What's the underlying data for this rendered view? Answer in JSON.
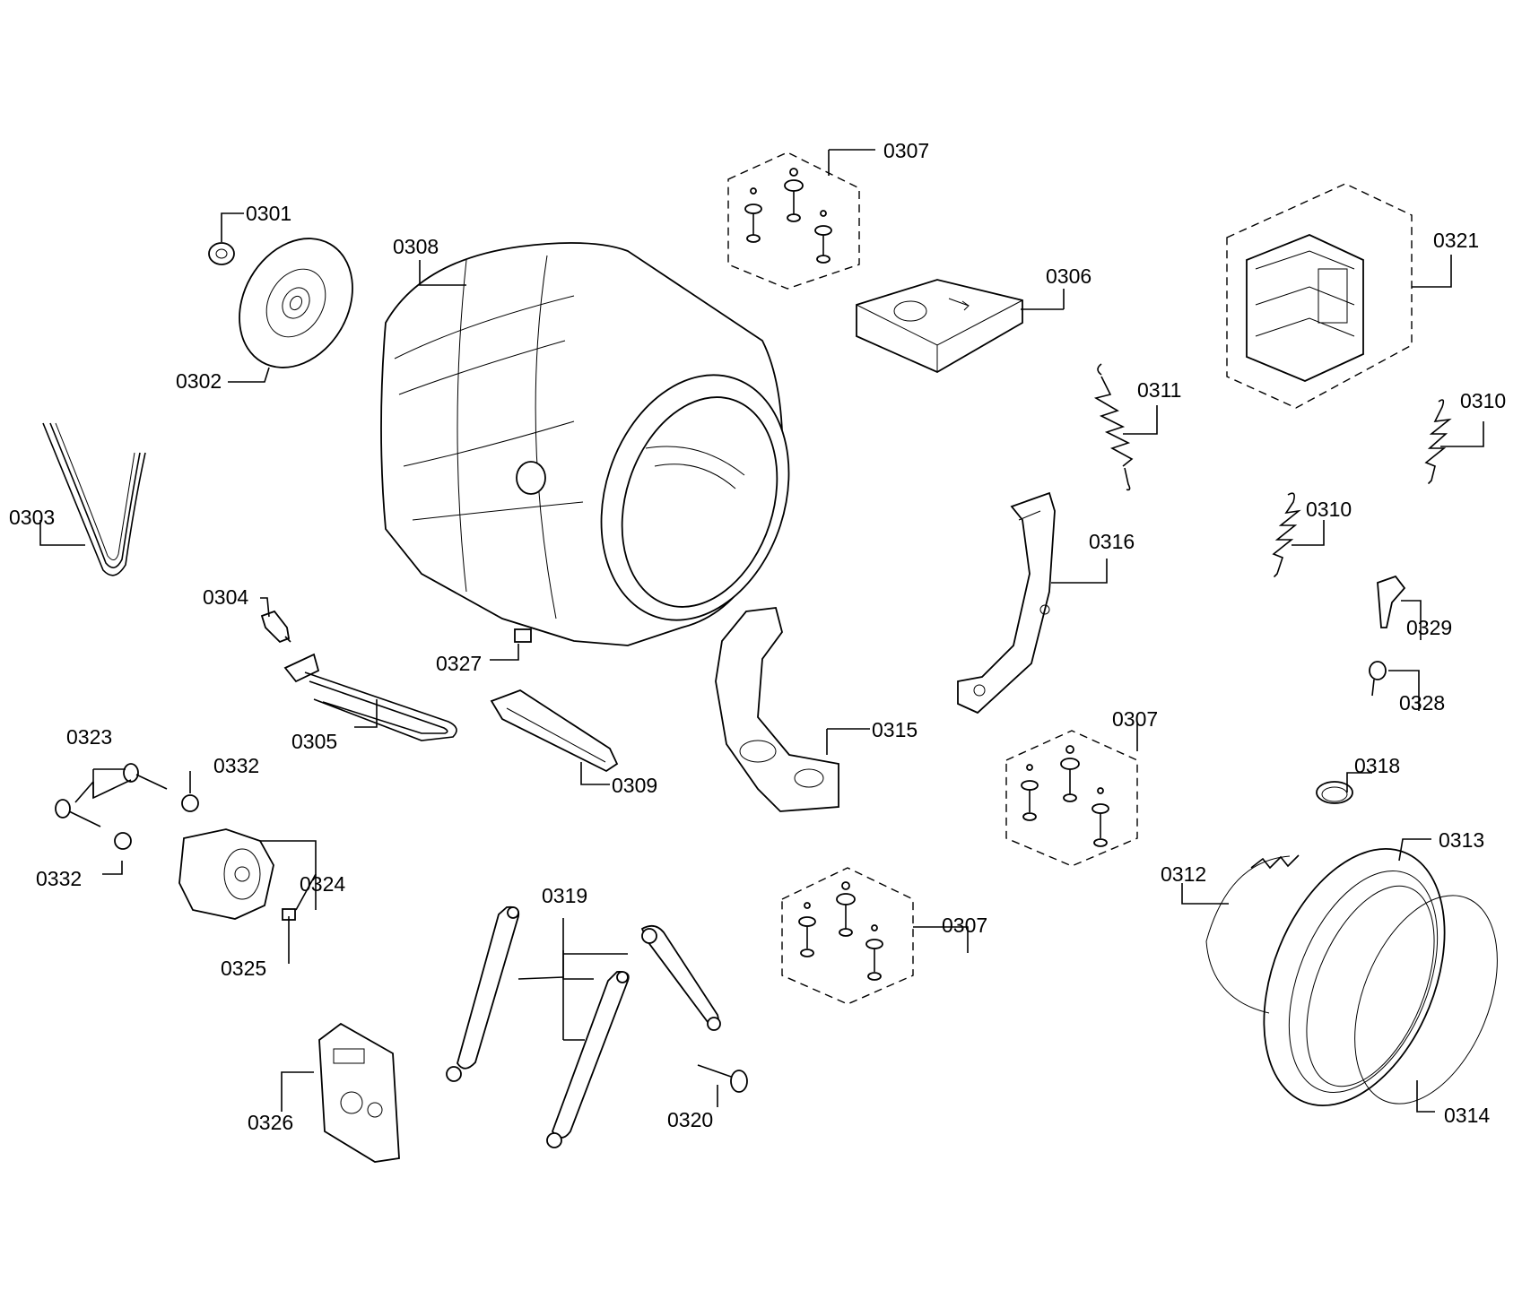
{
  "diagram": {
    "labels": {
      "p0301": "0301",
      "p0302": "0302",
      "p0303": "0303",
      "p0304": "0304",
      "p0305": "0305",
      "p0306": "0306",
      "p0307a": "0307",
      "p0307b": "0307",
      "p0307c": "0307",
      "p0308": "0308",
      "p0309": "0309",
      "p0310a": "0310",
      "p0310b": "0310",
      "p0311": "0311",
      "p0312": "0312",
      "p0313": "0313",
      "p0314": "0314",
      "p0315": "0315",
      "p0316": "0316",
      "p0318": "0318",
      "p0319": "0319",
      "p0320": "0320",
      "p0321": "0321",
      "p0323": "0323",
      "p0324": "0324",
      "p0325": "0325",
      "p0326": "0326",
      "p0327": "0327",
      "p0328": "0328",
      "p0329": "0329",
      "p0332a": "0332",
      "p0332b": "0332"
    }
  }
}
